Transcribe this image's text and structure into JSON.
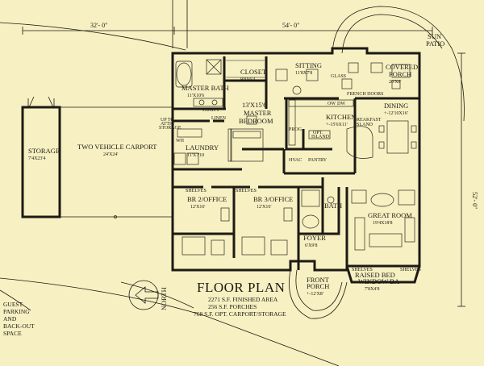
{
  "dimensions": {
    "carport_width": "32'- 0\"",
    "house_width": "54'- 0\"",
    "house_depth": "52'- 0\""
  },
  "rooms": {
    "storage": {
      "name": "STORAGE",
      "size": "7'4X23'4"
    },
    "carport": {
      "name": "TWO VEHICLE CARPORT",
      "size": "24'X24'"
    },
    "master_bath": {
      "name": "MASTER BATH",
      "size": "11'X10'6"
    },
    "closet": {
      "name": "CLOSET",
      "size": "9'8X6'4"
    },
    "master_bedroom": {
      "size": "13'X15'6",
      "name_line1": "MASTER",
      "name_line2": "BEDROOM"
    },
    "sitting": {
      "name": "SITTING",
      "size": "11'8X7'8"
    },
    "covered_porch": {
      "name_line1": "COVERED",
      "name_line2": "PORCH",
      "size": "20'X8'"
    },
    "sun_patio": {
      "name_line1": "SUN",
      "name_line2": "PATIO"
    },
    "kitchen": {
      "name": "KITCHEN",
      "size": "+-15'6X11'"
    },
    "dining": {
      "name": "DINING",
      "size": "+-12'10X16'"
    },
    "laundry": {
      "name": "LAUNDRY",
      "size": "11'X7'10"
    },
    "br2": {
      "name": "BR 2/OFFICE",
      "size": "12'X16'"
    },
    "br3": {
      "name": "BR 3/OFFICE",
      "size": "12'X16'"
    },
    "bath": {
      "name": "BATH"
    },
    "great_room": {
      "name": "GREAT ROOM",
      "size": "19'4X18'8"
    },
    "foyer": {
      "name": "FOYER",
      "size": "6'X9'8"
    },
    "front_porch": {
      "name_line1": "FRONT",
      "name_line2": "PORCH",
      "size": "+-12'X8'"
    },
    "window_bay": {
      "name_line1": "RAISED BED",
      "name_line2": "WINDOW BA",
      "size": "7'8X4'8"
    }
  },
  "small_labels": {
    "glass": "GLASS",
    "french_doors": "FRENCH DOORS",
    "breakfast_island_1": "BREAKFAST",
    "breakfast_island_2": "ISLAND",
    "opt_island_1": "OPT.",
    "opt_island_2": "ISLAND",
    "prog": "PROG",
    "ow": "OW",
    "dw": "DW",
    "hvac": "HVAC",
    "pantry": "PANTRY",
    "vanity": "VANITY",
    "linen": "LINEN",
    "up_to_attic_1": "UP TO",
    "up_to_attic_2": "ATTIC",
    "up_to_attic_3": "STORAGE",
    "shelves": "SHELVES",
    "shelves_2": "SHELVES",
    "shelves_3": "SHELVES",
    "shelves_4": "SHELVES",
    "wh": "WH",
    "north": "NORTH"
  },
  "floor_plan": {
    "title": "FLOOR PLAN",
    "finished_area": "2271 S.F. FINISHED AREA",
    "porches": "256 S.F. PORCHES",
    "carport_storage": "768 S.F. OPT. CARPORT/STORAGE"
  },
  "guest_parking": [
    "GUEST",
    "PARKING",
    "AND",
    "BACK-OUT",
    "SPACE"
  ]
}
